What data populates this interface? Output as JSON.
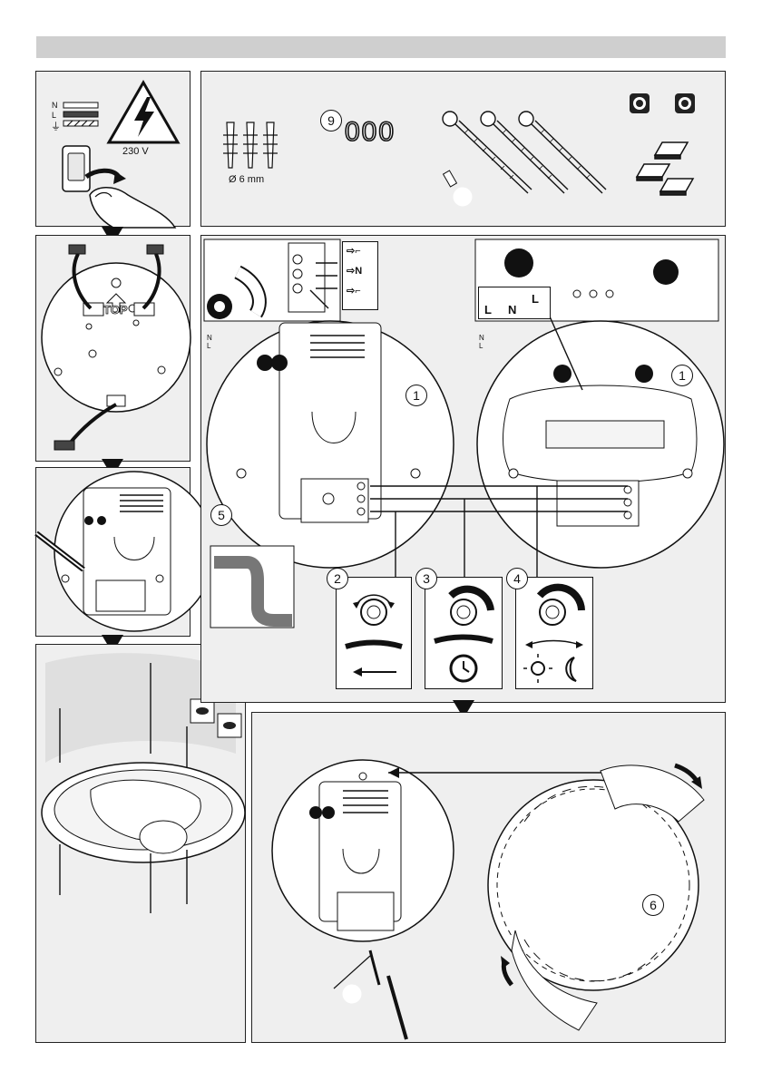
{
  "header": {
    "title": ""
  },
  "step1": {
    "wire_labels": [
      "N",
      "L",
      "⏚"
    ],
    "voltage": "230 V"
  },
  "parts": {
    "bit_count_label": "9",
    "dowel_size": "Ø 6 mm",
    "count_display": "000"
  },
  "wiring": {
    "terminal_arrows": [
      "⇨⌐",
      "⇨N",
      "⇨⌐"
    ],
    "right_terminals": [
      "L",
      "N",
      "L"
    ],
    "left_ground_labels": [
      "N",
      "L"
    ],
    "right_ground_labels": [
      "N",
      "L"
    ],
    "ref_labels": {
      "one": "1",
      "five": "5"
    }
  },
  "modes": [
    {
      "label": "2"
    },
    {
      "label": "3"
    },
    {
      "label": "4"
    }
  ],
  "mount": {
    "top_label": "TOP"
  },
  "final": {
    "six_label": "6"
  }
}
